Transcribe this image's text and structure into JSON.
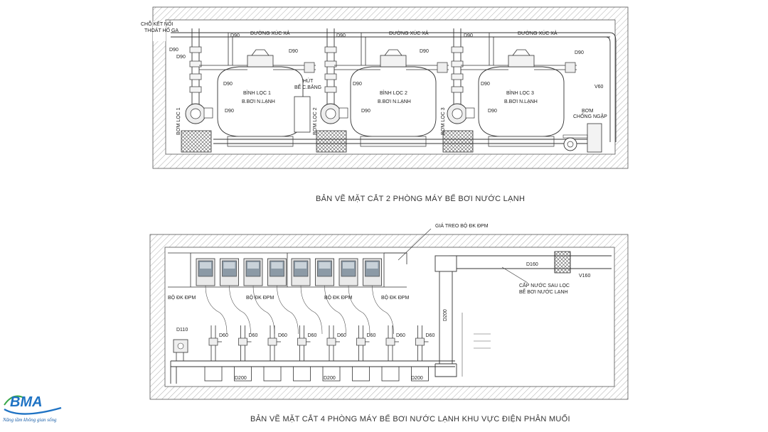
{
  "logo": {
    "brand": "BMA",
    "tagline": "Nâng tầm không gian sống",
    "colors": {
      "blue": "#1f73c4",
      "green": "#3aa84a"
    }
  },
  "drawing1": {
    "title": "BẢN VẼ MẶT CẮT 2 PHÒNG MÁY BỂ BƠI NƯỚC LẠNH",
    "labels": {
      "drain_spot": "CHỖ KẾT NỐI",
      "drain_spot2": "THOÁT HỐ GA",
      "waste_pipe_1": "ĐƯỜNG XÚC XẢ",
      "waste_pipe_2": "ĐƯỜNG XÚC XẢ",
      "waste_pipe_3": "ĐƯỜNG XÚC XẢ",
      "filter1_name": "BÌNH LỌC 1",
      "filter1_sub": "B.BƠI N.LẠNH",
      "filter2_name": "BÌNH LỌC 2",
      "filter2_sub": "B.BƠI N.LẠNH",
      "filter3_name": "BÌNH LỌC 3",
      "filter3_sub": "B.BƠI N.LẠNH",
      "pump1": "BƠM LỌC 1",
      "pump2": "BƠM LỌC 2",
      "pump3": "BƠM LỌC 3",
      "suction": "HÚT",
      "balance_tank": "BỂ C.BẰNG",
      "anti_flood_pump": "BƠM",
      "anti_flood_pump2": "CHỐNG NGẬP",
      "v_label": "V60"
    },
    "pipe_sizes": [
      "D90",
      "D90",
      "D90",
      "D90",
      "D90",
      "D90",
      "D90",
      "D90",
      "D90",
      "D90",
      "D90",
      "D90",
      "D90",
      "D90"
    ]
  },
  "drawing2": {
    "title": "BẢN VẼ MẶT CẮT 4 PHÒNG MÁY BỂ BƠI NƯỚC LẠNH KHU VỰC ĐIỆN PHÂN MUỐI",
    "labels": {
      "mount_rack": "GIÁ TREO BỘ ĐK ĐPM",
      "controller_1": "BỘ ĐK ĐPM",
      "controller_2": "BỘ ĐK ĐPM",
      "controller_3": "BỘ ĐK ĐPM",
      "controller_4": "BỘ ĐK ĐPM",
      "supply_after_filter": "CẤP NƯỚC SAU LỌC",
      "supply_after_filter2": "BỂ BƠI NƯỚC LẠNH",
      "d160": "D160",
      "v160": "V160",
      "d200_vertical": "D200",
      "d110": "D110",
      "d200_a": "D200",
      "d200_b": "D200",
      "d200_c": "D200"
    },
    "d60_count_label": "D60",
    "cell_count": 8
  }
}
